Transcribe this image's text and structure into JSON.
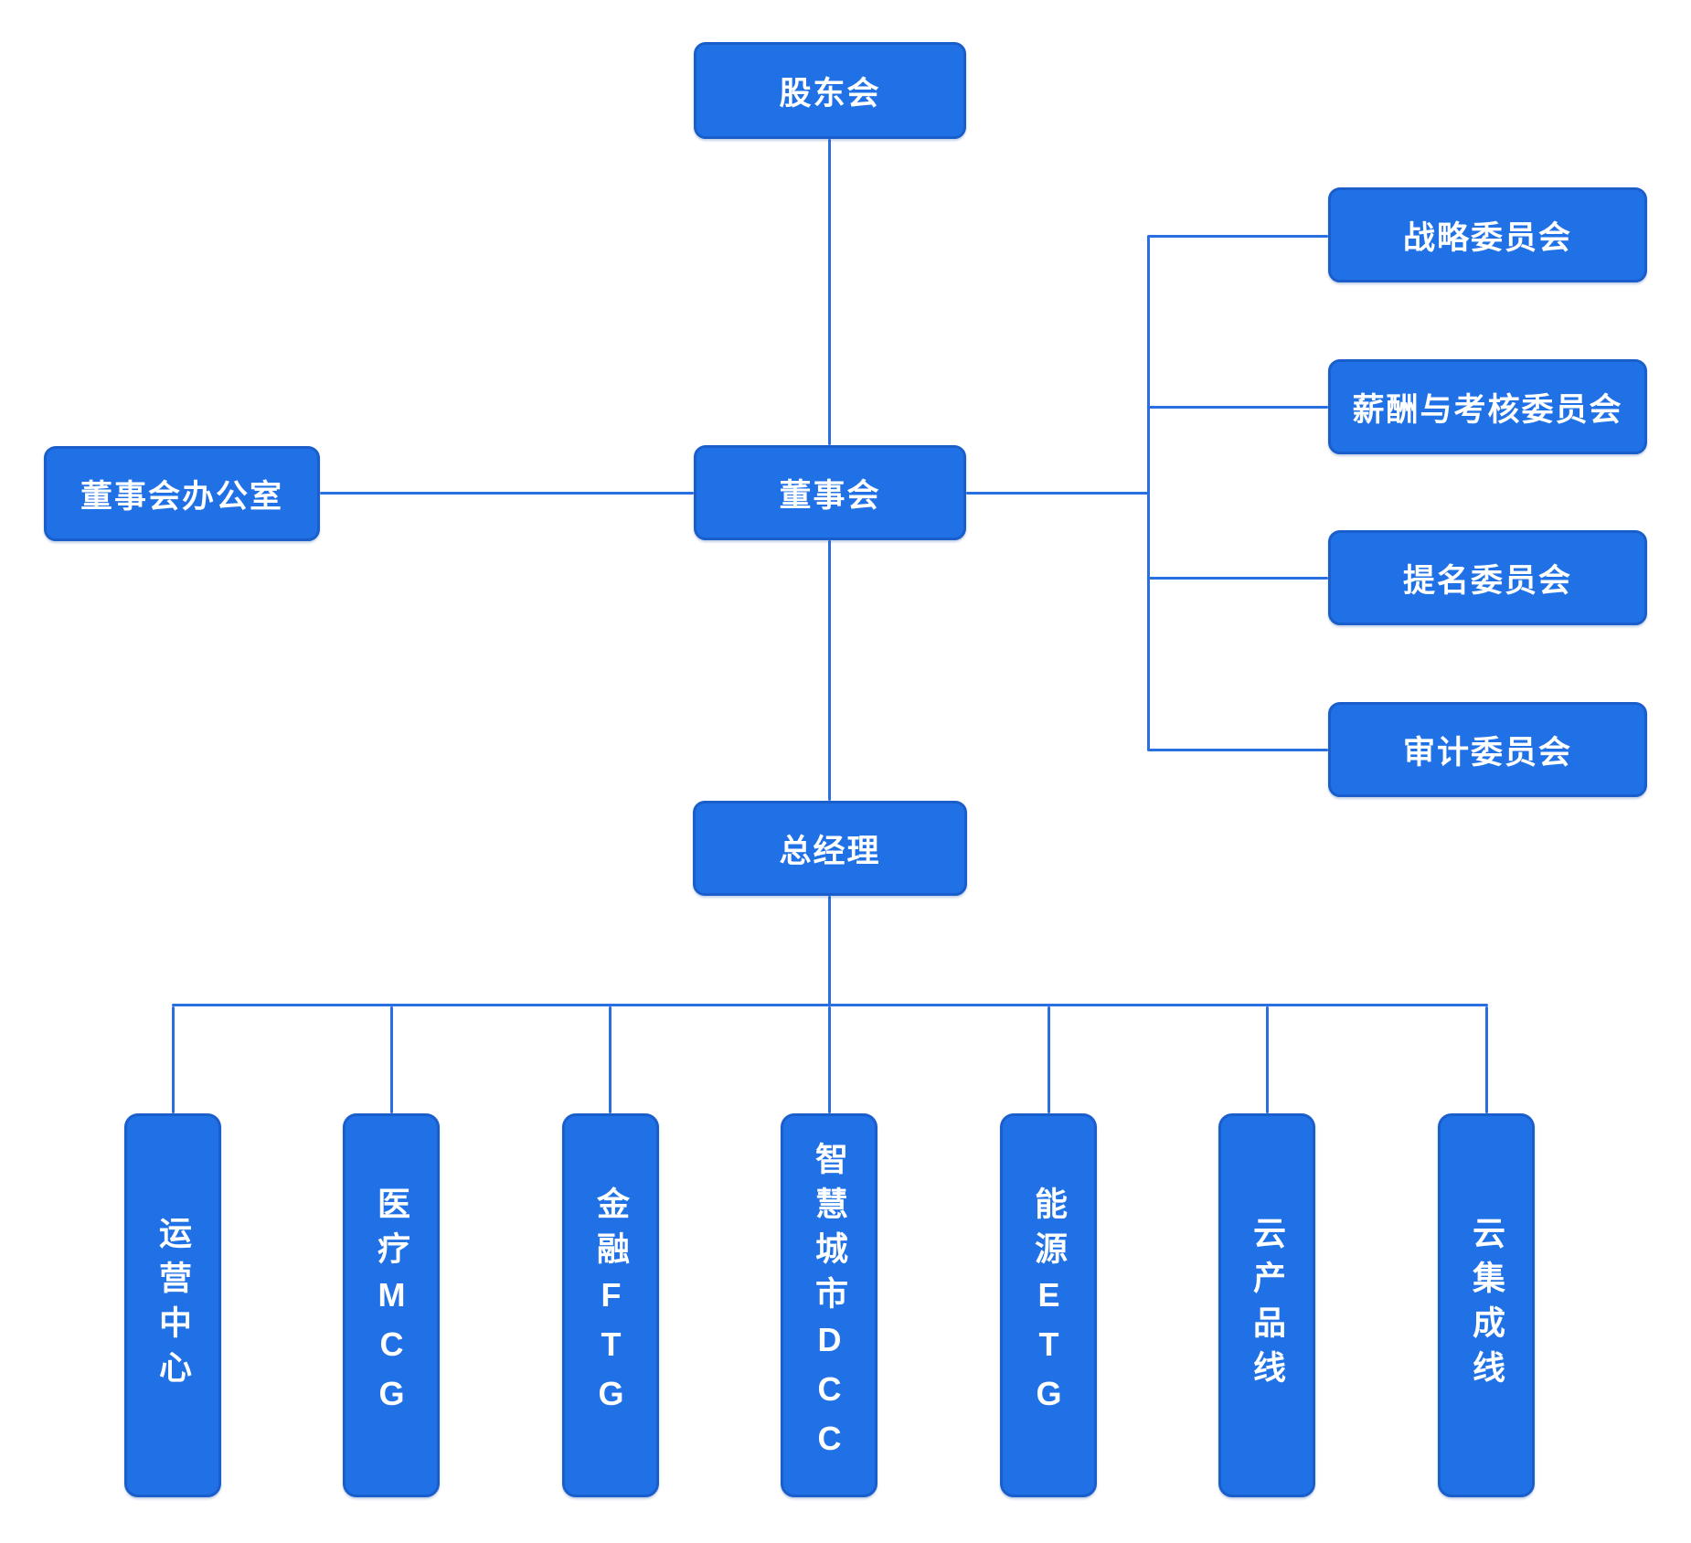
{
  "org_chart": {
    "type": "org-chart",
    "colors": {
      "node_fill": "#2171e6",
      "node_border": "#1a5ecb",
      "connector": "#2a6fe2",
      "text": "#ffffff",
      "background": "#ffffff"
    },
    "nodes": {
      "shareholders": {
        "label": "股东会"
      },
      "board_office": {
        "label": "董事会办公室"
      },
      "board": {
        "label": "董事会"
      },
      "general_manager": {
        "label": "总经理"
      }
    },
    "committees": [
      {
        "label": "战略委员会"
      },
      {
        "label": "薪酬与考核委员会"
      },
      {
        "label": "提名委员会"
      },
      {
        "label": "审计委员会"
      }
    ],
    "divisions": [
      {
        "label": "运营中心"
      },
      {
        "label": "医疗MCG"
      },
      {
        "label": "金融FTG"
      },
      {
        "label": "智慧城市DCC"
      },
      {
        "label": "能源ETG"
      },
      {
        "label": "云产品线"
      },
      {
        "label": "云集成线"
      }
    ],
    "hierarchy_note": "股东会 → 董事会 (办公室横向连接, 4个委员会右侧分支) → 总经理 → 7个业务线"
  }
}
